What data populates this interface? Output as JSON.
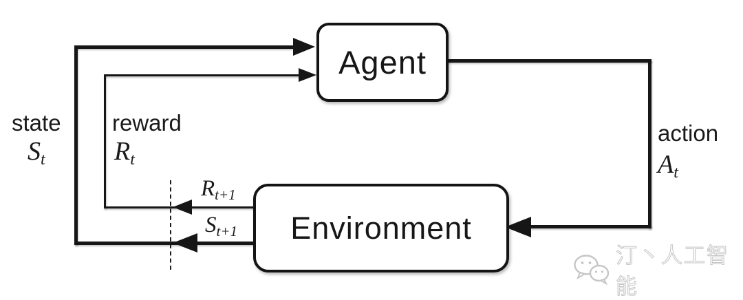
{
  "diagram": {
    "title_implicit": "agent-environment interaction loop",
    "agent": {
      "label": "Agent"
    },
    "environment": {
      "label": "Environment"
    },
    "state": {
      "word": "state",
      "sym": "S",
      "sub": "t"
    },
    "reward": {
      "word": "reward",
      "sym": "R",
      "sub": "t"
    },
    "action": {
      "word": "action",
      "sym": "A",
      "sub": "t"
    },
    "next_reward": {
      "sym": "R",
      "sub": "t+1"
    },
    "next_state": {
      "sym": "S",
      "sub": "t+1"
    },
    "colors": {
      "line": "#161616",
      "box_border": "#141414",
      "box_fill": "#ffffff",
      "background": "#ffffff",
      "watermark": "#c6c6c6"
    }
  },
  "watermark": {
    "text": "汀丶人工智能",
    "icon": "wechat-chat-bubbles"
  }
}
